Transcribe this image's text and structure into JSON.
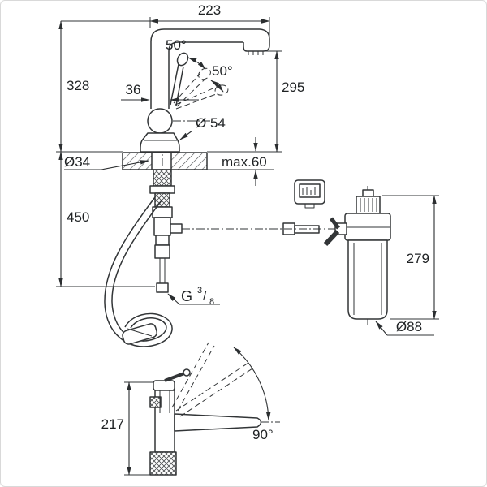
{
  "drawing": {
    "kind": "technical-dimension-diagram",
    "subject": "kitchen faucet with under-sink filter unit",
    "colors": {
      "line": "#323537",
      "background": "#ffffff",
      "border": "#d9d9d9"
    },
    "dimensions": {
      "spout_reach": "223",
      "height_left": "328",
      "height_right": "295",
      "lever_angle_upper": "50°",
      "lever_angle_lower": "50°",
      "body_width": "36",
      "base_diameter": "Ø 54",
      "hole_diameter": "Ø34",
      "deck_max_thickness": "max.60",
      "hose_length": "450",
      "filter_height": "279",
      "filter_diameter": "Ø88",
      "thread": {
        "g": "G",
        "num": "3",
        "slash": "/",
        "den": "8"
      },
      "side_height": "217",
      "swivel_angle": "90°"
    }
  }
}
